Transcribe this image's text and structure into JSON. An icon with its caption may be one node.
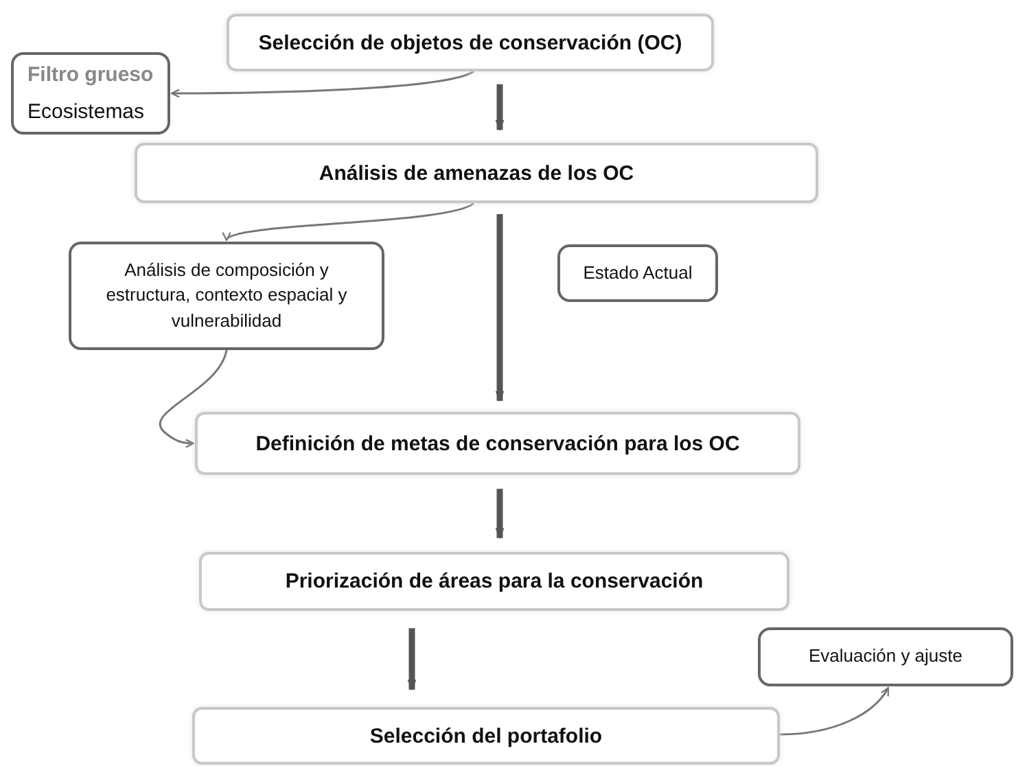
{
  "diagram": {
    "nodes": [
      {
        "text": [
          "Selección de objetos de conservación (OC)"
        ]
      },
      {
        "text": [
          "Filtro grueso",
          "Ecosistemas"
        ]
      },
      {
        "text": [
          "Análisis de amenazas de los OC"
        ]
      },
      {
        "text": [
          "Análisis de composición y estructura, contexto espacial y vulnerabilidad"
        ]
      },
      {
        "text": [
          "Estado Actual"
        ]
      },
      {
        "text": [
          "Definición de metas de conservación para los  OC"
        ]
      },
      {
        "text": [
          "Priorización de áreas para la conservación"
        ]
      },
      {
        "text": [
          "Evaluación y ajuste"
        ]
      },
      {
        "text": [
          "Selección del portafolio"
        ]
      }
    ],
    "edges": [
      {
        "from": 0,
        "to": 1,
        "arrow": "to"
      },
      {
        "from": 0,
        "to": 2,
        "arrow": "to",
        "style": "thick"
      },
      {
        "from": 2,
        "to": 3,
        "arrow": "to"
      },
      {
        "from": 2,
        "to": 5,
        "arrow": "to",
        "style": "thick"
      },
      {
        "from": 3,
        "to": 5,
        "arrow": "to"
      },
      {
        "from": 5,
        "to": 6,
        "arrow": "to",
        "style": "thick"
      },
      {
        "from": 6,
        "to": 8,
        "arrow": "to",
        "style": "thick"
      },
      {
        "from": 8,
        "to": 7,
        "arrow": "to"
      }
    ]
  }
}
